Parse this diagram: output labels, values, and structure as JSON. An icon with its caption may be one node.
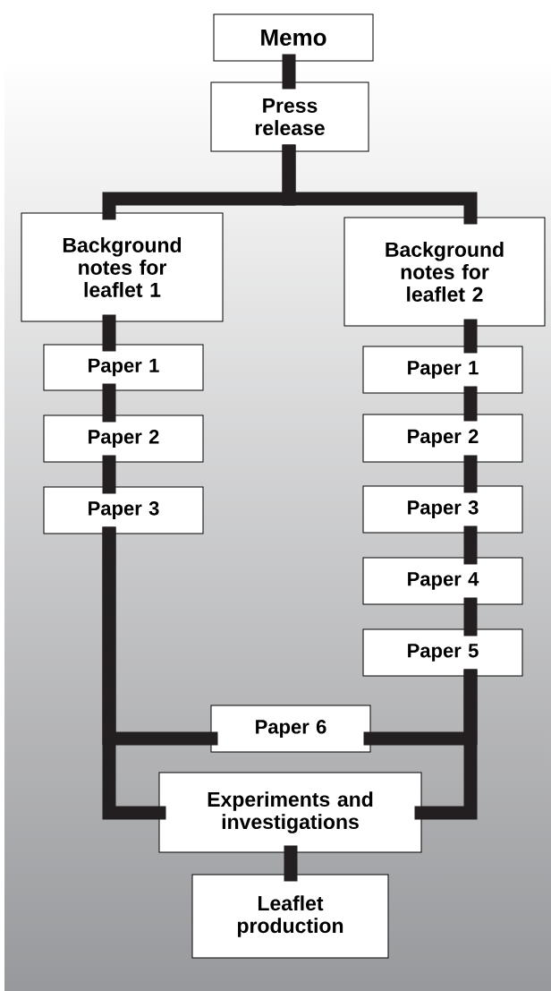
{
  "diagram": {
    "nodes": [
      {
        "text": [
          "Memo"
        ]
      },
      {
        "text": [
          "Press release"
        ]
      },
      {
        "text": [
          "Background notes for leaflet 1"
        ]
      },
      {
        "text": [
          "Background notes for leaflet 2"
        ]
      },
      {
        "text": [
          "Paper 1"
        ]
      },
      {
        "text": [
          "Paper 2"
        ]
      },
      {
        "text": [
          "Paper 3"
        ]
      },
      {
        "text": [
          "Paper 1"
        ]
      },
      {
        "text": [
          "Paper 2"
        ]
      },
      {
        "text": [
          "Paper 3"
        ]
      },
      {
        "text": [
          "Paper 4"
        ]
      },
      {
        "text": [
          "Paper 5"
        ]
      },
      {
        "text": [
          "Paper 6"
        ]
      },
      {
        "text": [
          "Experiments and investigations"
        ]
      },
      {
        "text": [
          "Leaflet production"
        ]
      }
    ],
    "edges": [
      {
        "from": 0,
        "to": 1,
        "arrow": "none"
      },
      {
        "from": 1,
        "to": 2,
        "arrow": "none"
      },
      {
        "from": 1,
        "to": 3,
        "arrow": "none"
      },
      {
        "from": 2,
        "to": 4,
        "arrow": "none"
      },
      {
        "from": 4,
        "to": 5,
        "arrow": "none"
      },
      {
        "from": 5,
        "to": 6,
        "arrow": "none"
      },
      {
        "from": 3,
        "to": 7,
        "arrow": "none"
      },
      {
        "from": 7,
        "to": 8,
        "arrow": "none"
      },
      {
        "from": 8,
        "to": 9,
        "arrow": "none"
      },
      {
        "from": 9,
        "to": 10,
        "arrow": "none"
      },
      {
        "from": 10,
        "to": 11,
        "arrow": "none"
      },
      {
        "from": 6,
        "to": 12,
        "arrow": "none"
      },
      {
        "from": 6,
        "to": 13,
        "arrow": "none"
      },
      {
        "from": 11,
        "to": 12,
        "arrow": "none"
      },
      {
        "from": 11,
        "to": 13,
        "arrow": "none"
      },
      {
        "from": 13,
        "to": 14,
        "arrow": "none"
      }
    ]
  }
}
